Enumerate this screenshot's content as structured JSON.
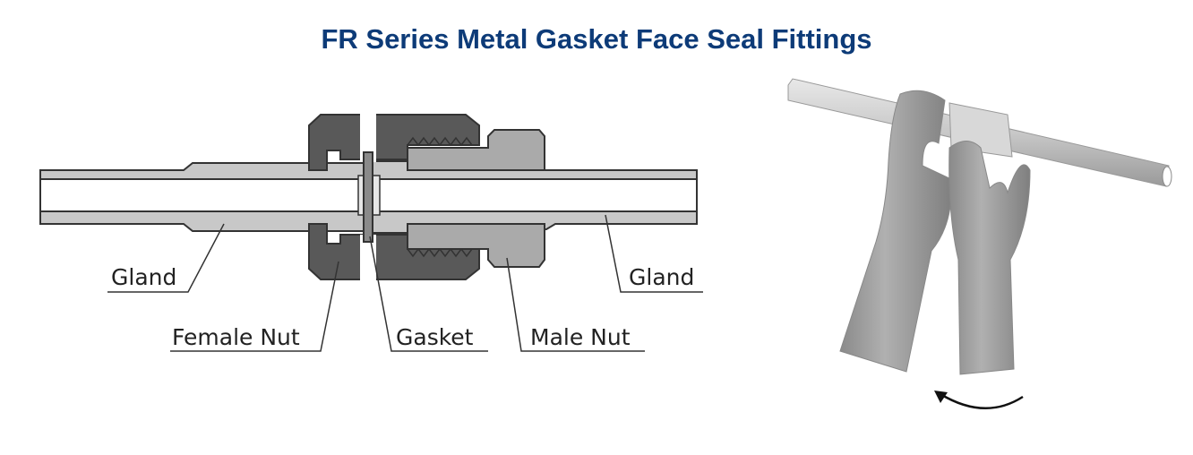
{
  "title": "FR Series Metal Gasket Face Seal Fittings",
  "labels": {
    "gland_left": "Gland",
    "female_nut": "Female Nut",
    "gasket": "Gasket",
    "male_nut": "Male Nut",
    "gland_right": "Gland"
  },
  "colors": {
    "title": "#0d3b78",
    "female_nut": "#5a5a5a",
    "gland": "#c4c4c4",
    "male_nut": "#a9a9a9"
  }
}
